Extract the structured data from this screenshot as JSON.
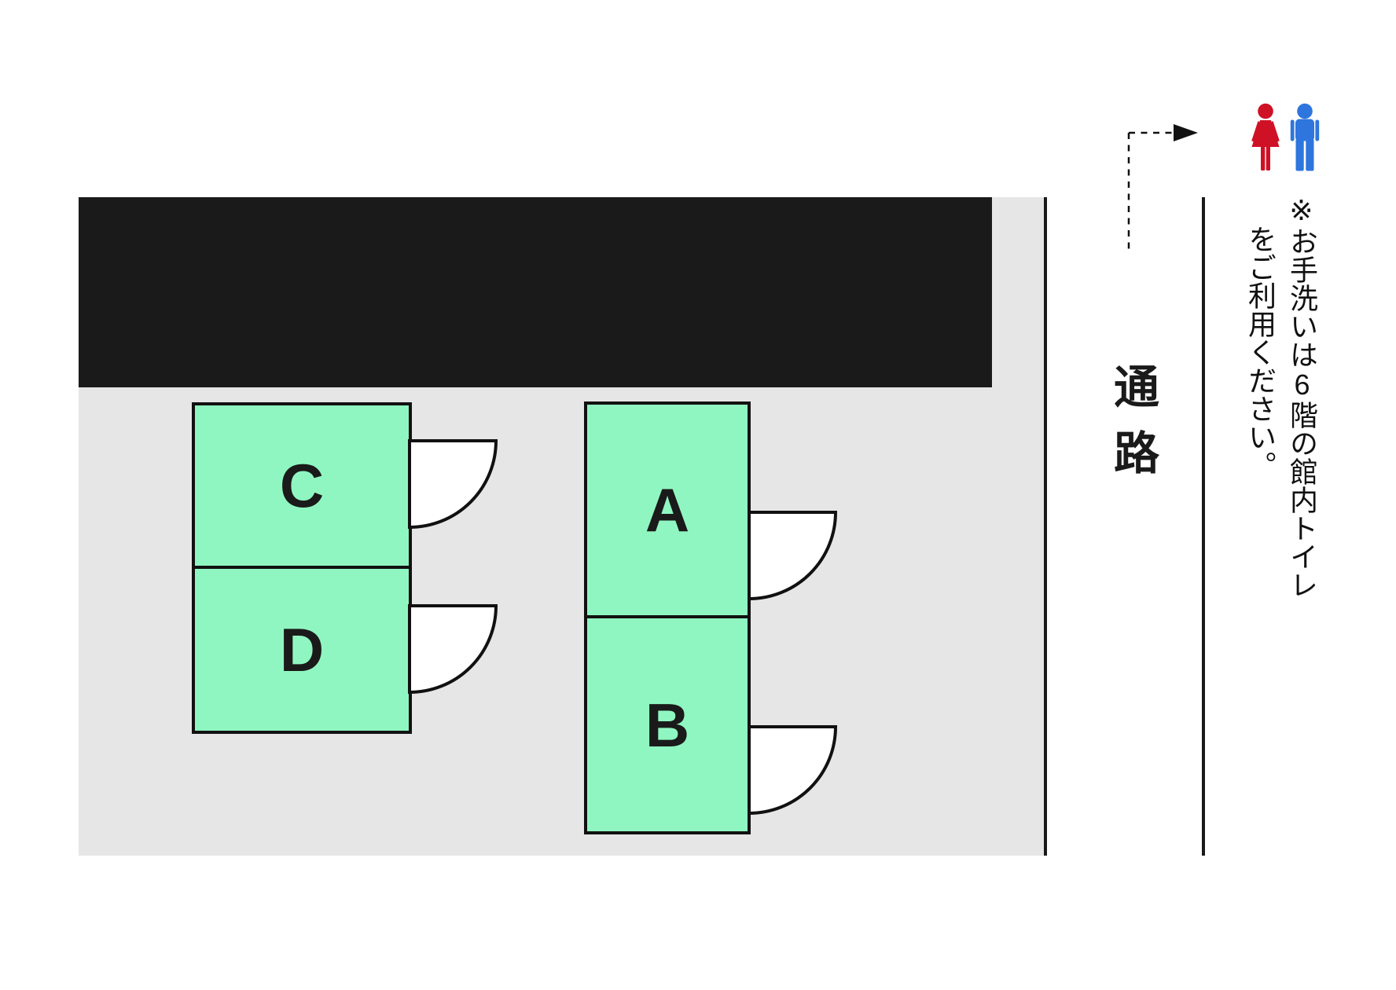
{
  "floorplan": {
    "rooms": [
      {
        "label": "A"
      },
      {
        "label": "B"
      },
      {
        "label": "C"
      },
      {
        "label": "D"
      }
    ],
    "corridor_label": "通路",
    "colors": {
      "wall": "#1a1a1a",
      "floor": "#e6e6e6",
      "room_fill": "#90f6c1",
      "outline": "#111111"
    }
  },
  "note": {
    "line1": "※お手洗いは6階の館内トイレ",
    "line2": "をご利用ください。"
  },
  "restroom_icons": {
    "female": {
      "color": "#cf1126"
    },
    "male": {
      "color": "#2e76dd"
    }
  }
}
